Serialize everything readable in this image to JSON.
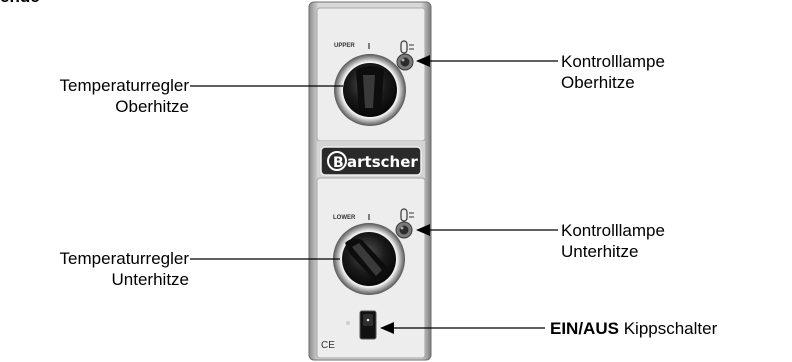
{
  "top_fragment": "ende",
  "panel": {
    "upper_dial_label": "UPPER",
    "lower_dial_label": "LOWER",
    "brand": "Bartscher",
    "ce_mark": "CE"
  },
  "callouts": {
    "upper_regulator": [
      "Temperaturregler",
      "Oberhitze"
    ],
    "upper_lamp": [
      "Kontrolllampe",
      "Oberhitze"
    ],
    "lower_regulator": [
      "Temperaturregler",
      "Unterhitze"
    ],
    "lower_lamp": [
      "Kontrolllampe",
      "Unterhitze"
    ],
    "switch_bold": "EIN/AUS",
    "switch_rest": "Kippschalter"
  },
  "colors": {
    "panel": "#e9e9e9",
    "frame": "#bdbdbd",
    "dial": "#1a1a1a",
    "ring": "#9a9a9a",
    "logo_bg": "#2a2a2a"
  }
}
